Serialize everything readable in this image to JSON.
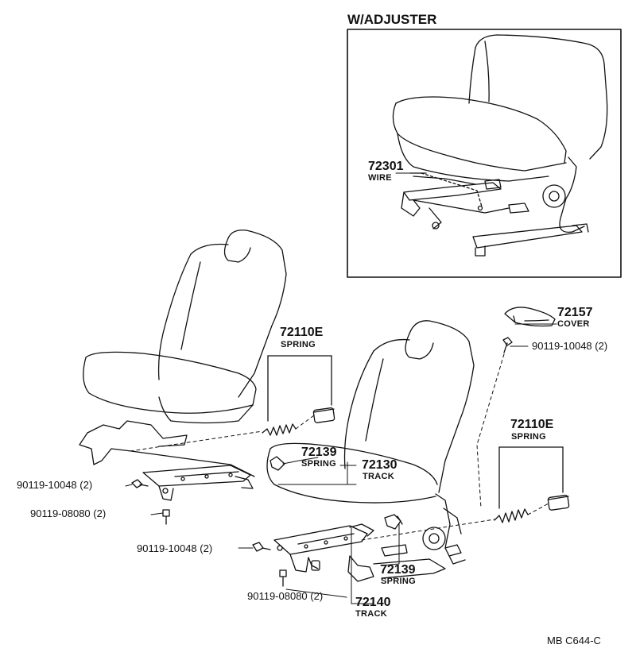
{
  "diagram": {
    "inset_title": "W/ADJUSTER",
    "footer_code": "MB  C644-C",
    "parts": [
      {
        "number": "72301",
        "name": "WIRE"
      },
      {
        "number": "72157",
        "name": "COVER"
      },
      {
        "number": "72110E",
        "name": "SPRING"
      },
      {
        "number": "72110E",
        "name": "SPRING"
      },
      {
        "number": "72139",
        "name": "SPRING"
      },
      {
        "number": "72130",
        "name": "TRACK"
      },
      {
        "number": "72139",
        "name": "SPRING"
      },
      {
        "number": "72140",
        "name": "TRACK"
      }
    ],
    "hardware": [
      "90119-10048 (2)",
      "90119-10048 (2)",
      "90119-08080 (2)",
      "90119-10048 (2)",
      "90119-08080 (2)"
    ]
  }
}
